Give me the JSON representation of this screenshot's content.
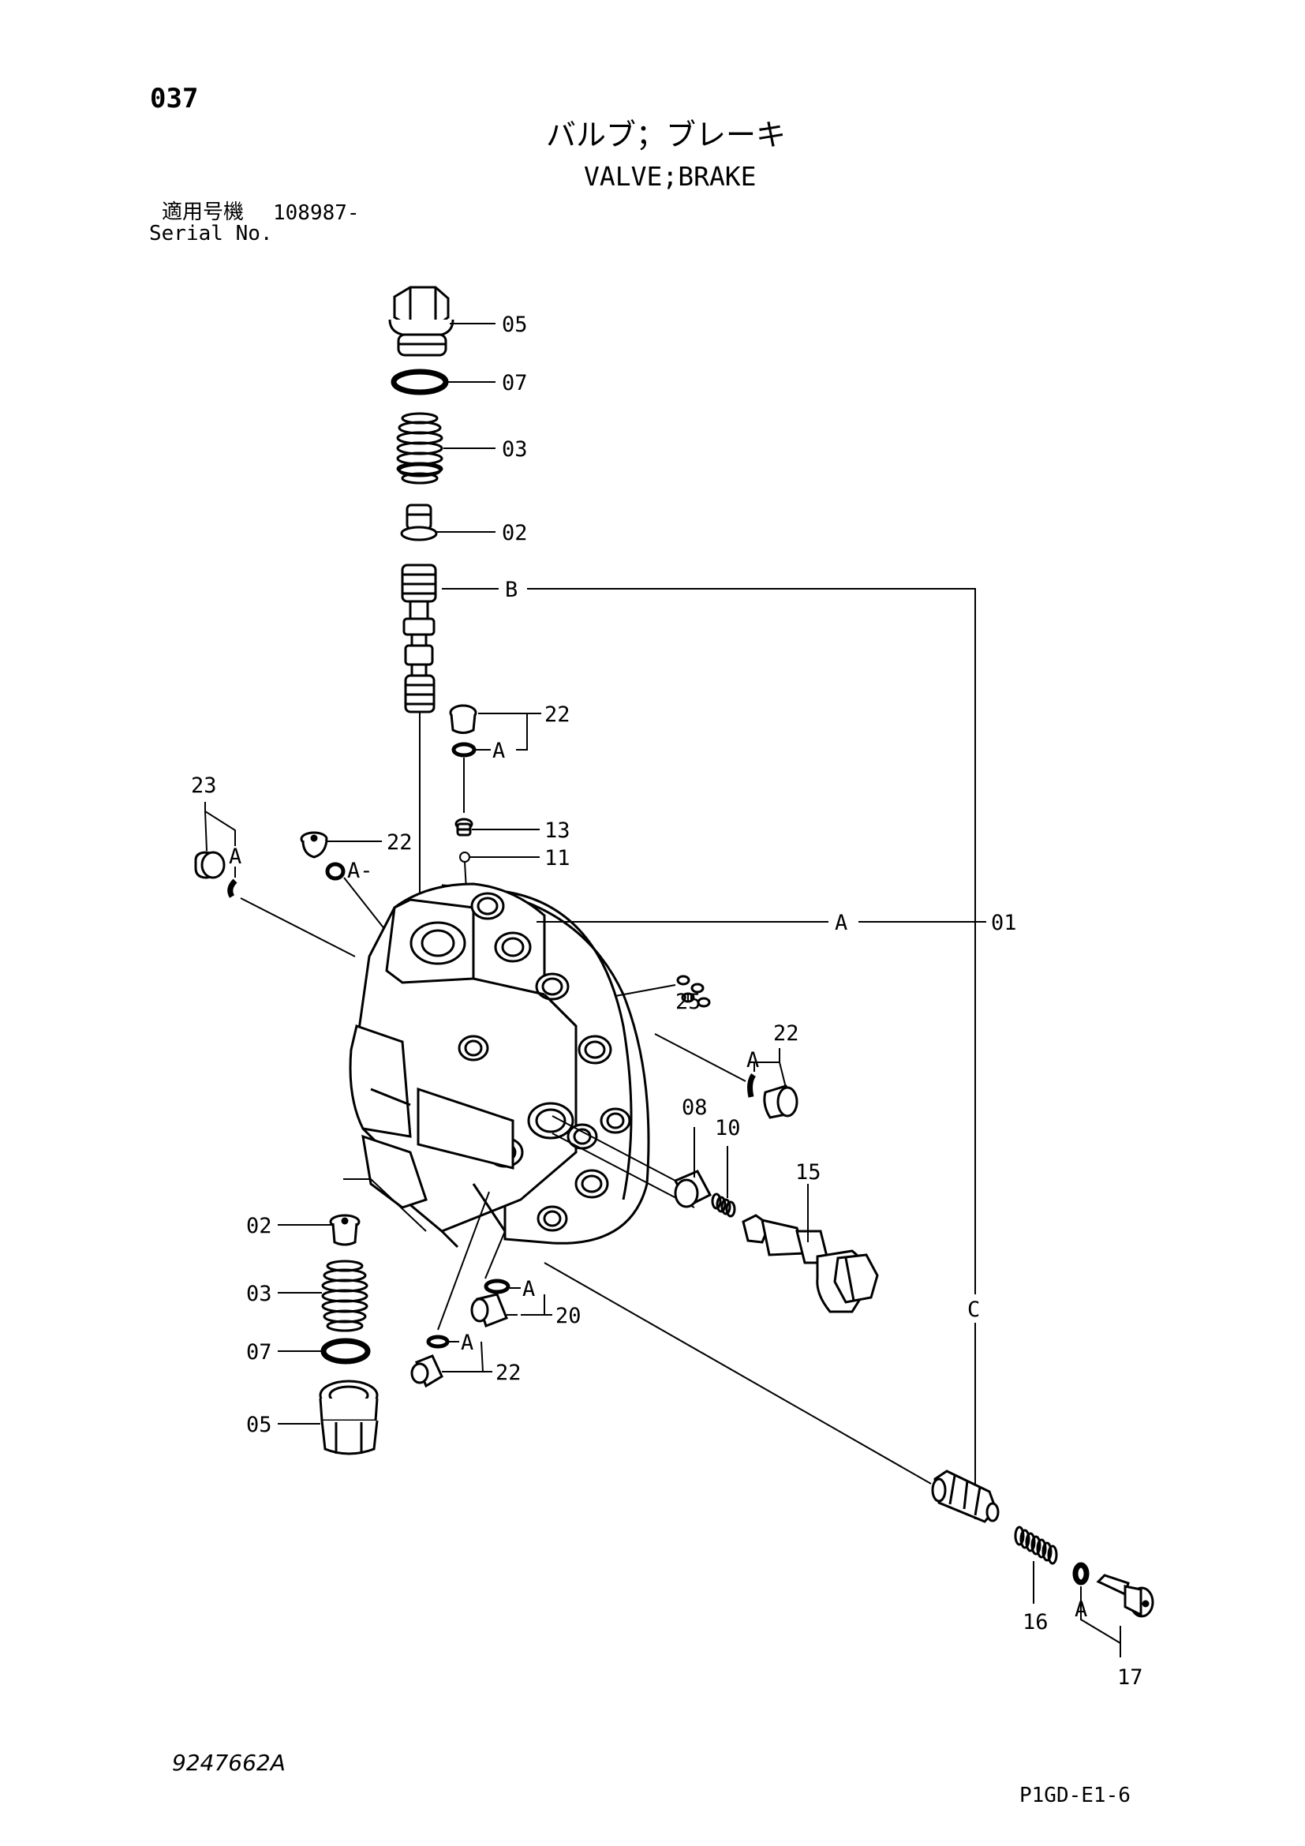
{
  "header": {
    "page_code": "037",
    "title_jp": "バルブ；ブレーキ",
    "title_en": "VALVE;BRAKE",
    "serial_label_jp": "適用号機",
    "serial_value": "108987-",
    "serial_label_en": "Serial No."
  },
  "callouts": {
    "c05_top": "05",
    "c07_top": "07",
    "c03_top": "03",
    "c02_top": "02",
    "cB": "B",
    "c22_a": "22",
    "cA_22a": "A",
    "c13": "13",
    "c11": "11",
    "c23": "23",
    "cA_23": "A",
    "c22_b": "22",
    "cA_22b": "A-",
    "cA_01": "A",
    "c01": "01",
    "c25": "25",
    "c22_c": "22",
    "cA_22c": "A",
    "c08": "08",
    "c10": "10",
    "c15": "15",
    "c02_bot": "02",
    "c03_bot": "03",
    "c07_bot": "07",
    "c05_bot": "05",
    "cA_20": "A",
    "c20": "20",
    "cA_22d": "A",
    "c22_d": "22",
    "cC": "C",
    "c16": "16",
    "cA_17": "A",
    "c17": "17"
  },
  "footer": {
    "drawing_no": "9247662A",
    "page_ref": "P1GD-E1-6"
  }
}
